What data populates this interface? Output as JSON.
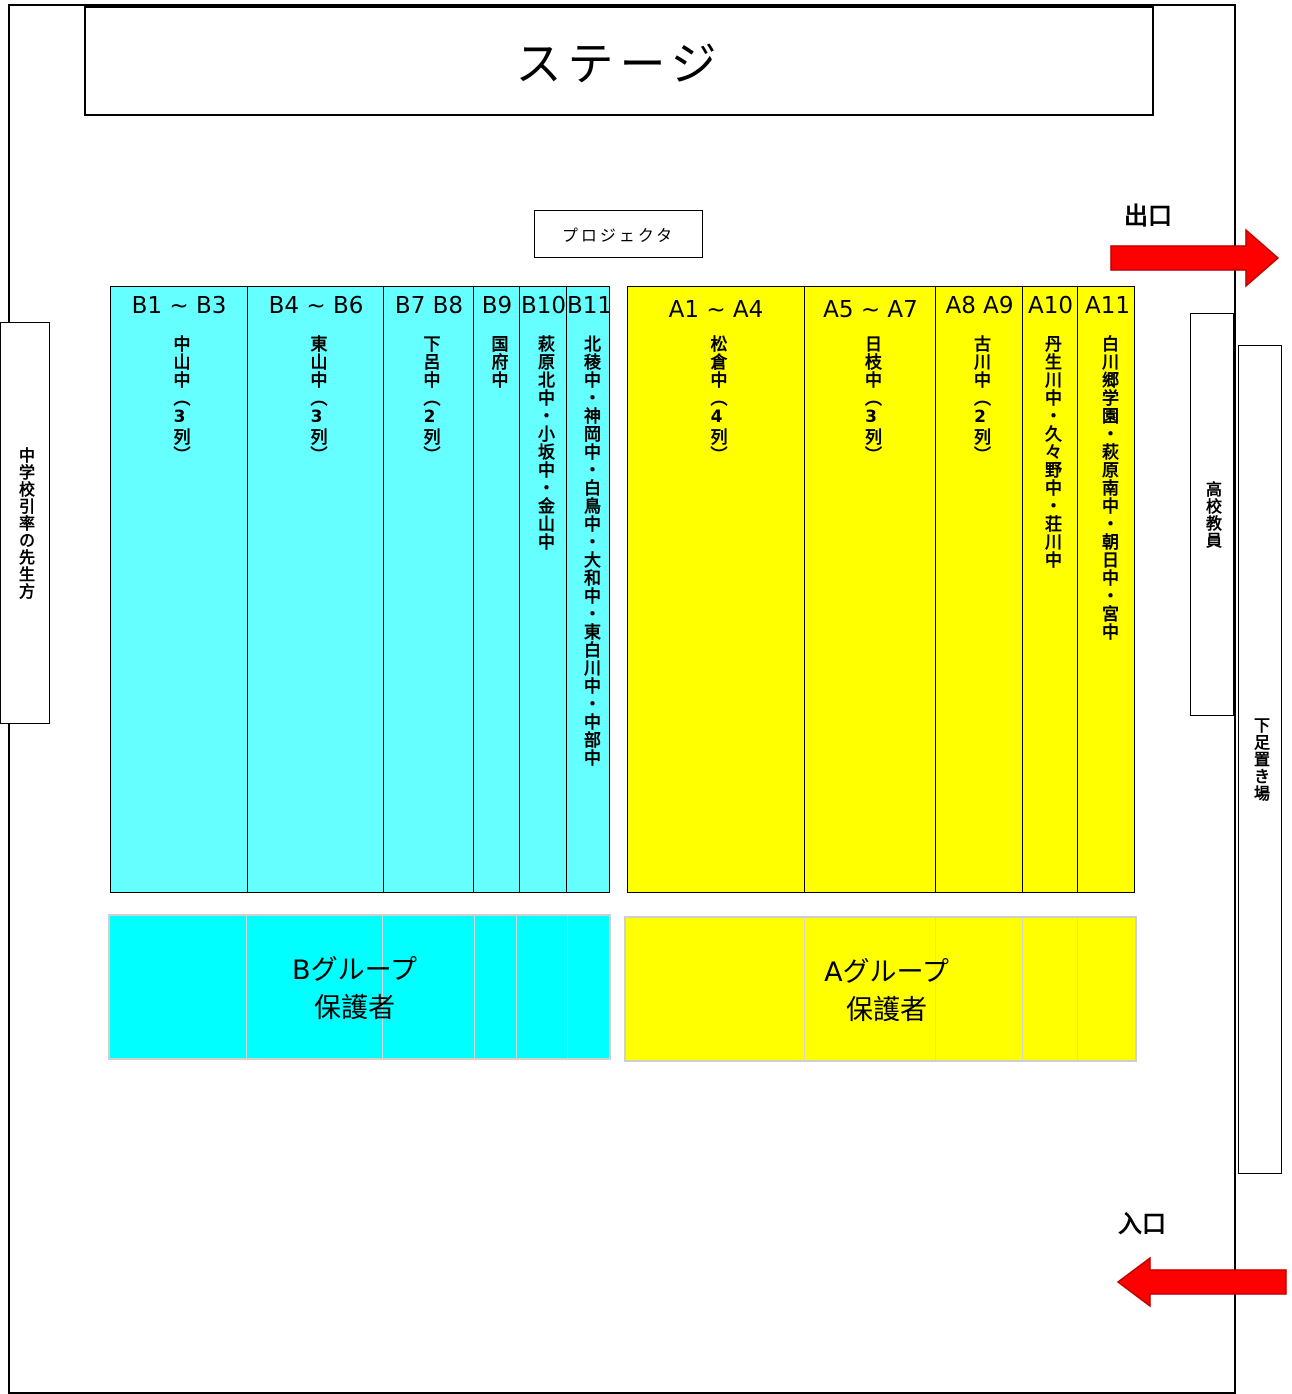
{
  "stage": "ステージ",
  "projector": "プロジェクタ",
  "left_box": "中学校引率の先生方",
  "teachers_box": "高校教員",
  "shoes_box": "下足置き場",
  "exit": "出口",
  "entrance": "入口",
  "colors": {
    "group_b": "#66FFFF",
    "group_a": "#FFFF00",
    "parents_b": "#00FFFF",
    "arrow": "#FF0000"
  },
  "group_b": {
    "columns": [
      {
        "header": "B1 ~ B3",
        "name": "中山中（3列）"
      },
      {
        "header": "B4 ~ B6",
        "name": "東山中（3列）"
      },
      {
        "header": "B7 B8",
        "name": "下呂中（2列）"
      },
      {
        "header": "B9",
        "name": "国府中"
      },
      {
        "header": "B10",
        "name": "萩原北中・小坂中・金山中"
      },
      {
        "header": "B11",
        "name": "北稜中・神岡中・白鳥中・大和中・東白川中・中部中"
      }
    ],
    "parents": [
      "Bグループ",
      "保護者"
    ]
  },
  "group_a": {
    "columns": [
      {
        "header": "A1 ~ A4",
        "name": "松倉中（4列）"
      },
      {
        "header": "A5 ~ A7",
        "name": "日枝中（3列）"
      },
      {
        "header": "A8 A9",
        "name": "古川中（2列）"
      },
      {
        "header": "A10",
        "name": "丹生川中・久々野中・荘川中"
      },
      {
        "header": "A11",
        "name": "白川郷学園・萩原南中・朝日中・宮中"
      }
    ],
    "parents": [
      "Aグループ",
      "保護者"
    ]
  }
}
